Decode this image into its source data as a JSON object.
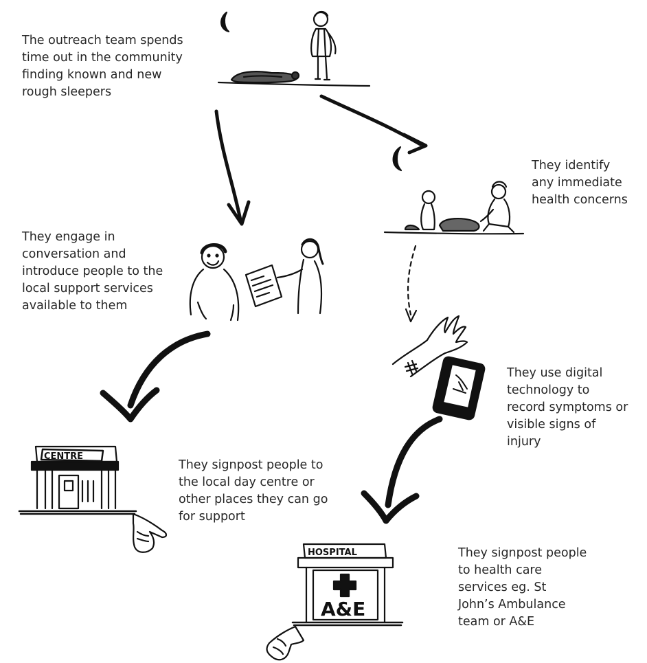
{
  "steps": [
    {
      "lines": [
        "The outreach team spends",
        "time out in the community",
        "finding known and new",
        "rough sleepers"
      ]
    },
    {
      "lines": [
        "They identify",
        "any immediate",
        "health concerns"
      ]
    },
    {
      "lines": [
        "They engage in",
        "conversation and",
        "introduce people to the",
        "local support services",
        "available to them"
      ]
    },
    {
      "lines": [
        "They use digital",
        "technology to",
        "record symptoms or",
        "visible signs of",
        "injury"
      ]
    },
    {
      "lines": [
        "They signpost people to",
        "the local day centre or",
        "other places they can go",
        "for support"
      ]
    },
    {
      "lines": [
        "They signpost people",
        "to health care",
        "services eg. St",
        "John’s Ambulance",
        "team or A&E"
      ]
    }
  ],
  "signs": {
    "centre": "CENTRE",
    "hospital": "HOSPITAL",
    "ae": "A&E"
  },
  "icons": [
    "moon-icon",
    "rough-sleeper-icon",
    "outreach-worker-icon",
    "conversation-figures-icon",
    "clipboard-icon",
    "health-check-figures-icon",
    "injured-arm-icon",
    "smartphone-icon",
    "day-centre-building-icon",
    "hospital-building-icon",
    "pointing-hand-icon",
    "flow-arrow-icon"
  ],
  "colors": {
    "ink": "#111111",
    "text": "#262626",
    "background": "#ffffff"
  }
}
